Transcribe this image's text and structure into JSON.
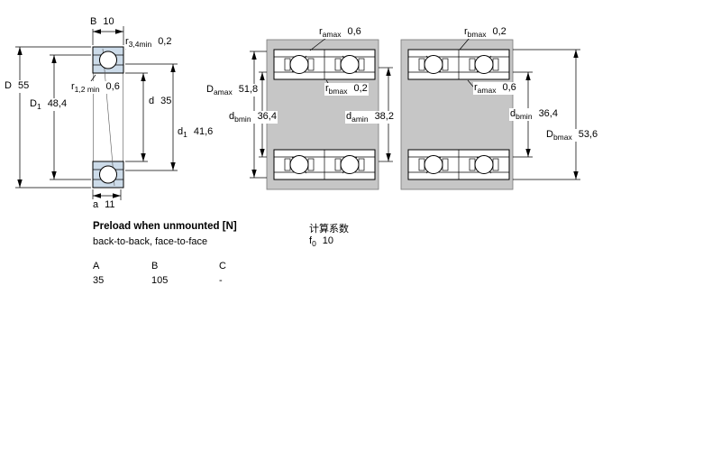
{
  "colors": {
    "steel_gray": "#c6c6c6",
    "bearing_ring_blue": "#ccdbe9",
    "line": "#000000"
  },
  "figures": {
    "single_bearing": {
      "B": {
        "sym": "B",
        "sub": "",
        "val": "10"
      },
      "r34": {
        "sym": "r",
        "sub": "3,4min",
        "val": "0,2"
      },
      "D": {
        "sym": "D",
        "sub": "",
        "val": "55"
      },
      "r12": {
        "sym": "r",
        "sub": "1,2 min",
        "val": "0,6"
      },
      "D1": {
        "sym": "D",
        "sub": "1",
        "val": "48,4"
      },
      "d": {
        "sym": "d",
        "sub": "",
        "val": "35"
      },
      "d1": {
        "sym": "d",
        "sub": "1",
        "val": "41,6"
      },
      "a": {
        "sym": "a",
        "sub": "",
        "val": "11"
      }
    },
    "pair_back_to_back": {
      "ramax": {
        "sym": "r",
        "sub": "amax",
        "val": "0,6"
      },
      "Damax": {
        "sym": "D",
        "sub": "amax",
        "val": "51,8"
      },
      "rbmax": {
        "sym": "r",
        "sub": "bmax",
        "val": "0,2"
      },
      "dbmin": {
        "sym": "d",
        "sub": "bmin",
        "val": "36,4"
      },
      "damin": {
        "sym": "d",
        "sub": "amin",
        "val": "38,2"
      }
    },
    "pair_face_to_face": {
      "rbmax": {
        "sym": "r",
        "sub": "bmax",
        "val": "0,2"
      },
      "ramax": {
        "sym": "r",
        "sub": "amax",
        "val": "0,6"
      },
      "dbmin": {
        "sym": "d",
        "sub": "bmin",
        "val": "36,4"
      },
      "Dbmax": {
        "sym": "D",
        "sub": "bmax",
        "val": "53,6"
      }
    }
  },
  "preload": {
    "title": "Preload when unmounted [N]",
    "subtitle": "back-to-back, face-to-face",
    "columns": [
      "A",
      "B",
      "C"
    ],
    "values": [
      "35",
      "105",
      "-"
    ]
  },
  "calculation_factors": {
    "title": "计算系数",
    "f0": {
      "sym": "f",
      "sub": "0",
      "val": "10"
    }
  }
}
